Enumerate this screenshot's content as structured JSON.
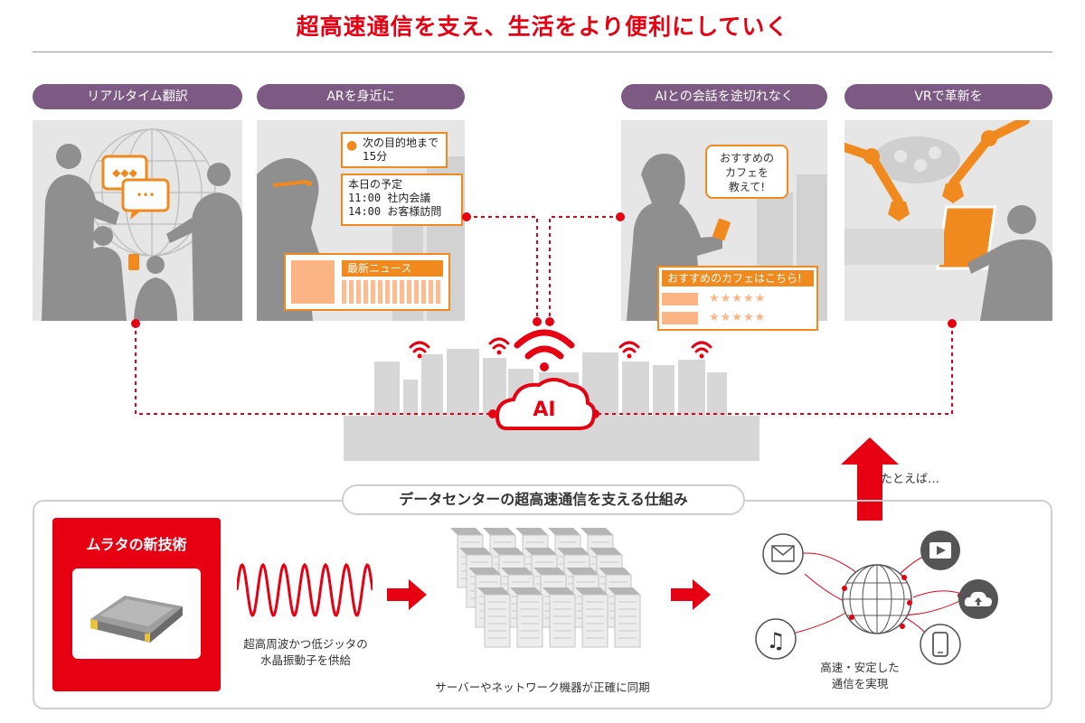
{
  "title": "超高速通信を支え、生活をより便利にしていく",
  "scenes": [
    {
      "label": "リアルタイム翻訳"
    },
    {
      "label": "ARを身近に"
    },
    {
      "label": "AIとの会話を途切れなく"
    },
    {
      "label": "VRで革新を"
    }
  ],
  "ar": {
    "nav_line1": "次の目的地まで",
    "nav_line2": "15分",
    "schedule_title": "本日の予定",
    "schedule_1": "11:00 社内会議",
    "schedule_2": "14:00 お客様訪問",
    "news_header": "最新ニュース"
  },
  "ai_chat": {
    "bubble_line1": "おすすめの",
    "bubble_line2": "カフェを",
    "bubble_line3": "教えて!",
    "result_header": "おすすめのカフェはこちら!",
    "rating_1": 5,
    "rating_2": 4.5
  },
  "center": {
    "cloud_label": "AI"
  },
  "bottom": {
    "section_title": "データセンターの超高速通信を支える仕組み",
    "tech_badge": "ムラタの新技術",
    "wave_caption_1": "超高周波かつ低ジッタの",
    "wave_caption_2": "水晶振動子を供給",
    "server_caption": "サーバーやネットワーク機器が正確に同期",
    "result_caption_1": "高速・安定した",
    "result_caption_2": "通信を実現",
    "example_label": "たとえば…"
  },
  "colors": {
    "accent_red": "#e60012",
    "pill_purple": "#7d5a83",
    "orange": "#f08a1e",
    "panel_bg": "#e6e6e6"
  }
}
